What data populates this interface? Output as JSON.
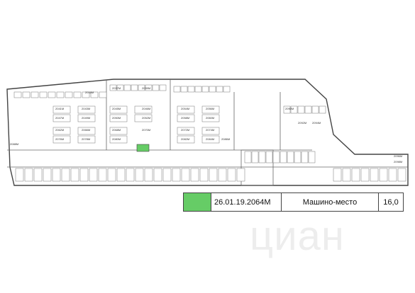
{
  "legend": {
    "code": "26.01.19.2064М",
    "kind": "Машино-место",
    "area": "16,0",
    "highlight_color": "#66cc66"
  },
  "highlighted_space": {
    "label": "2064М"
  },
  "plan_labels": [
    "2035М",
    "2037М",
    "2039М",
    "2041М",
    "2043М",
    "2045М",
    "2046М",
    "2047М",
    "2049М",
    "2050М",
    "2052М",
    "2054М",
    "2056М",
    "2058М",
    "2060М",
    "2062М",
    "2066М",
    "2068М",
    "2070М",
    "2072М",
    "2074М",
    "2076М",
    "2078М",
    "2080М",
    "2082М",
    "2084М",
    "2086М",
    "2088М",
    "2090М",
    "2092М",
    "2094М",
    "2096М",
    "2098М"
  ],
  "watermark": "циан",
  "colors": {
    "line": "#555555",
    "space_fill": "#ffffff",
    "highlight": "#66cc66"
  }
}
